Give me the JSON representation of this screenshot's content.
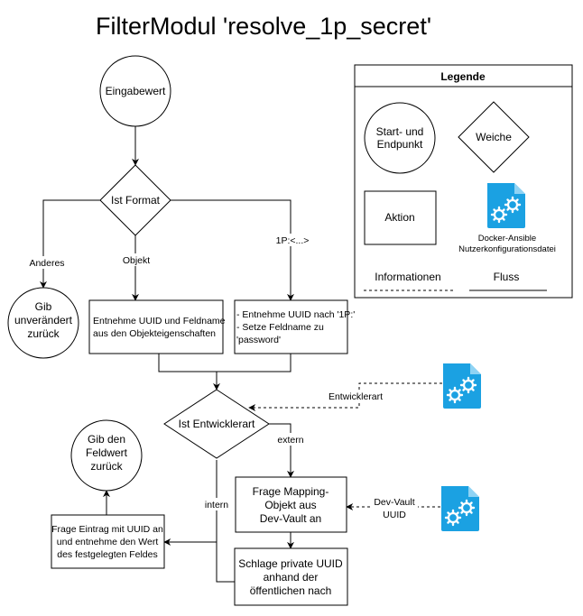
{
  "title": "FilterModul 'resolve_1p_secret'",
  "nodes": {
    "start": "Eingabewert",
    "format_decision": "Ist Format",
    "return_unchanged": [
      "Gib",
      "unverändert",
      "zurück"
    ],
    "extract_object": [
      "Entnehme UUID und Feldname",
      "aus den Objekteigenschaften"
    ],
    "extract_1p": [
      "- Entnehme UUID nach '1P:'",
      "- Setze Feldname zu",
      "'password'"
    ],
    "dev_decision": "Ist Entwicklerart",
    "return_field": [
      "Gib den",
      "Feldwert",
      "zurück"
    ],
    "mapping": [
      "Frage Mapping-",
      "Objekt aus",
      "Dev-Vault an"
    ],
    "private_uuid": [
      "Schlage private UUID",
      "anhand der",
      "öffentlichen nach"
    ],
    "fetch_entry": [
      "Frage Eintrag mit UUID an",
      "und entnehme den Wert",
      "des festgelegten Feldes"
    ]
  },
  "edges": {
    "other": "Anderes",
    "object": "Objekt",
    "prefix_1p": "1P:<...>",
    "extern": "extern",
    "intern": "intern",
    "entwicklerart": "Entwicklerart",
    "dev_vault_uuid": [
      "Dev-Vault",
      "UUID"
    ]
  },
  "legend": {
    "title": "Legende",
    "start_end": [
      "Start- und",
      "Endpunkt"
    ],
    "switch": "Weiche",
    "action": "Aktion",
    "config_file": [
      "Docker-Ansible",
      "Nutzerkonfigurationsdatei"
    ],
    "information": "Informationen",
    "flow": "Fluss"
  },
  "colors": {
    "line": "#000000",
    "file_icon": "#1ba1e2",
    "file_icon_gear": "#ffffff"
  },
  "icons": [
    "config-file-icon"
  ]
}
